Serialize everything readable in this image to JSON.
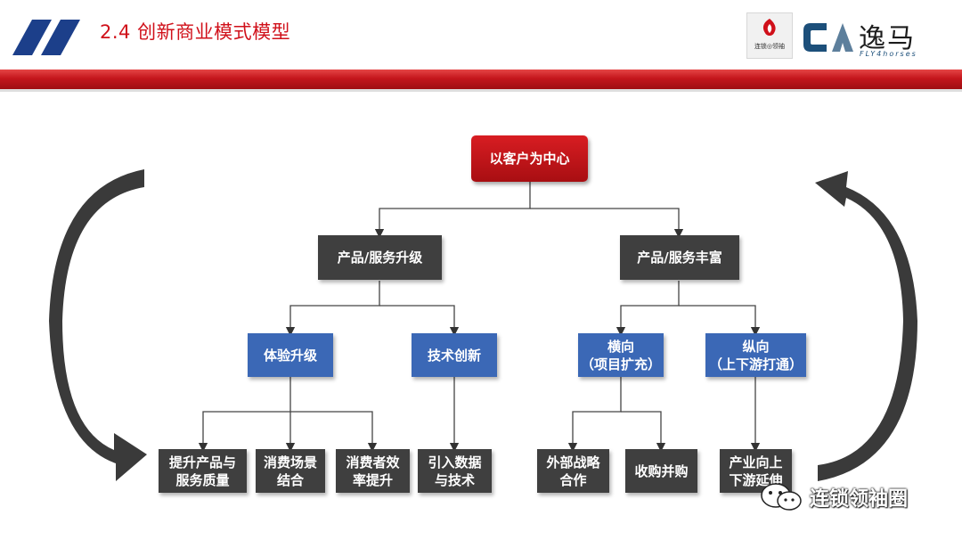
{
  "header": {
    "title": "2.4 创新商业模式模型",
    "badge_text": "连锁◎领袖",
    "brand_cn": "逸马",
    "brand_en": "FLY4horses",
    "accent_color": "#d0101a",
    "brand_blue": "#1c4f7a"
  },
  "diagram": {
    "root": "以客户为中心",
    "left_branch": {
      "label": "产品/服务升级",
      "children": [
        {
          "label": "体验升级",
          "leaves": [
            "提升产品与\n服务质量",
            "消费场景\n结合",
            "消费者效\n率提升"
          ]
        },
        {
          "label": "技术创新",
          "leaves": [
            "引入数据\n与技术"
          ]
        }
      ]
    },
    "right_branch": {
      "label": "产品/服务丰富",
      "children": [
        {
          "label": "横向\n（项目扩充）",
          "leaves": [
            "外部战略\n合作",
            "收购并购"
          ]
        },
        {
          "label": "纵向\n（上下游打通）",
          "leaves": [
            "产业向上\n下游延伸"
          ]
        }
      ]
    },
    "colors": {
      "root": "#c4161c",
      "level": "#3f3f3f",
      "sub": "#3b68b6"
    }
  },
  "watermark": {
    "text": "连锁领袖圈",
    "icon": "wechat-icon"
  }
}
